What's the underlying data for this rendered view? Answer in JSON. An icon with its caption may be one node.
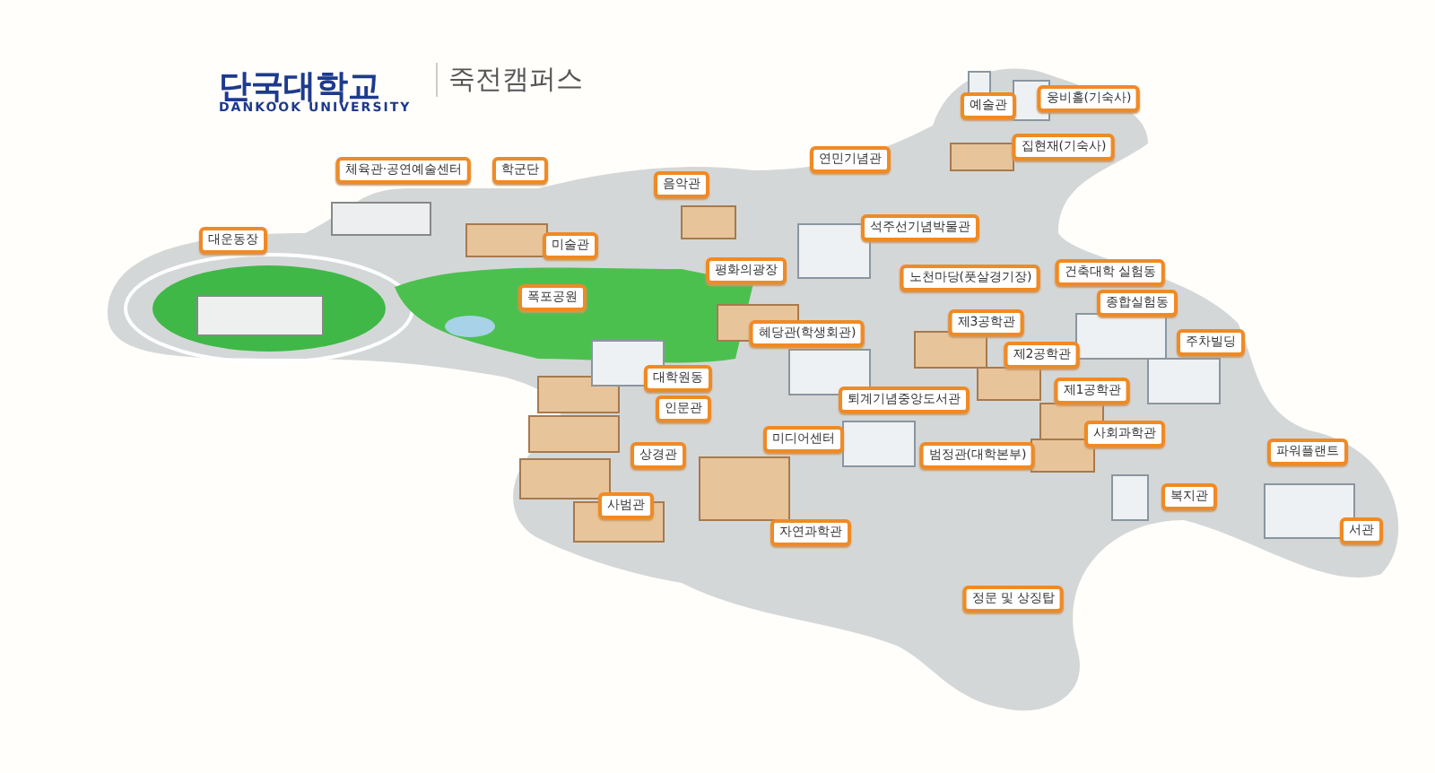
{
  "diagram": {
    "labels": [
      "단국대학교",
      "DANKOOK UNIVERSITY",
      "죽전캠퍼스",
      "예술관",
      "웅비홀(기숙사)",
      "집현재(기숙사)",
      "연민기념관",
      "체육관·공연예술센터",
      "학군단",
      "음악관",
      "대운동장",
      "미술관",
      "석주선기념박물관",
      "평화의광장",
      "노천마당(풋살경기장)",
      "건축대학 실험동",
      "폭포공원",
      "종합실험동",
      "혜당관(학생회관)",
      "제3공학관",
      "주차빌딩",
      "제2공학관",
      "대학원동",
      "퇴계기념중앙도서관",
      "제1공학관",
      "인문관",
      "미디어센터",
      "사회과학관",
      "상경관",
      "범정관(대학본부)",
      "복지관",
      "파워플랜트",
      "서관",
      "사범관",
      "자연과학관",
      "정문 및 상징탑"
    ]
  }
}
